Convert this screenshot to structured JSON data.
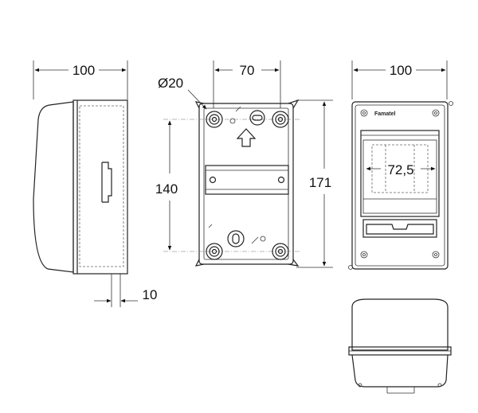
{
  "dimensions": {
    "side_width": "100",
    "rear_width": "70",
    "hole_diameter": "Ø20",
    "rear_mount_height": "140",
    "overall_height": "171",
    "front_width": "100",
    "module_width": "72,5",
    "wall_depth": "10"
  },
  "front_view": {
    "brand": "Famatel"
  },
  "colors": {
    "line": "#222222",
    "rail_fill": "#d9d9d9",
    "window_fill": "#cfcfcf",
    "body_fill": "#ffffff"
  }
}
